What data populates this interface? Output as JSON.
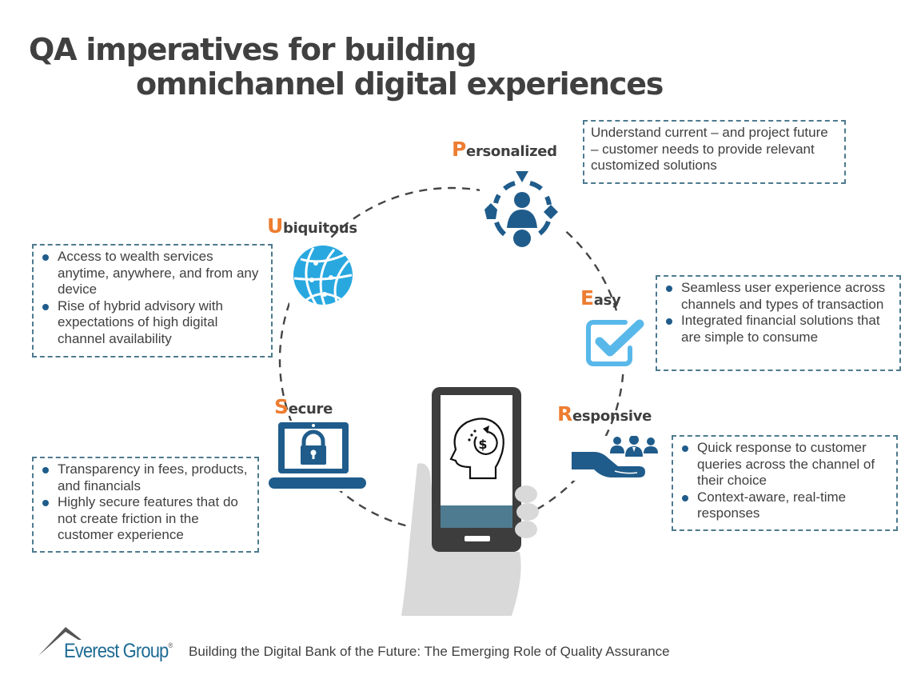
{
  "title": {
    "line1": "QA imperatives for building",
    "line2": "omnichannel digital experiences"
  },
  "colors": {
    "accent_orange": "#ed7d31",
    "primary_blue": "#1f5c8b",
    "light_blue": "#29a8e0",
    "box_border": "#4d7a8f",
    "text": "#404040"
  },
  "center": {
    "icon": "smartphone-in-hand-icon",
    "screen_icon": "head-with-dollar-cycle-icon"
  },
  "pillars": [
    {
      "id": "personalized",
      "initial": "P",
      "rest": "ersonalized",
      "icon": "person-target-icon",
      "points": [
        "Understand current – and project future – customer needs to provide relevant customized solutions"
      ],
      "bulleted": false
    },
    {
      "id": "easy",
      "initial": "E",
      "rest": "asy",
      "icon": "checkbox-checked-icon",
      "points": [
        "Seamless user experience across channels and types of transaction",
        "Integrated financial solutions that are simple to consume"
      ],
      "bulleted": true
    },
    {
      "id": "responsive",
      "initial": "R",
      "rest": "esponsive",
      "icon": "hand-with-people-icon",
      "points": [
        "Quick response to customer queries across the channel of their choice",
        "Context-aware, real-time responses"
      ],
      "bulleted": true
    },
    {
      "id": "secure",
      "initial": "S",
      "rest": "ecure",
      "icon": "laptop-lock-icon",
      "points": [
        "Transparency in fees, products, and financials",
        "Highly secure features that do not create friction in the customer experience"
      ],
      "bulleted": true
    },
    {
      "id": "ubiquitous",
      "initial": "U",
      "rest": "biquitous",
      "icon": "globe-network-icon",
      "points": [
        "Access to wealth services anytime, anywhere, and from any device",
        "Rise of hybrid advisory with expectations of high digital channel availability"
      ],
      "bulleted": true
    }
  ],
  "footer": {
    "brand": "Everest Group",
    "registered": "®",
    "caption": "Building the Digital Bank of the Future: The Emerging Role of Quality Assurance",
    "logo_icon": "mountain-peak-icon"
  }
}
